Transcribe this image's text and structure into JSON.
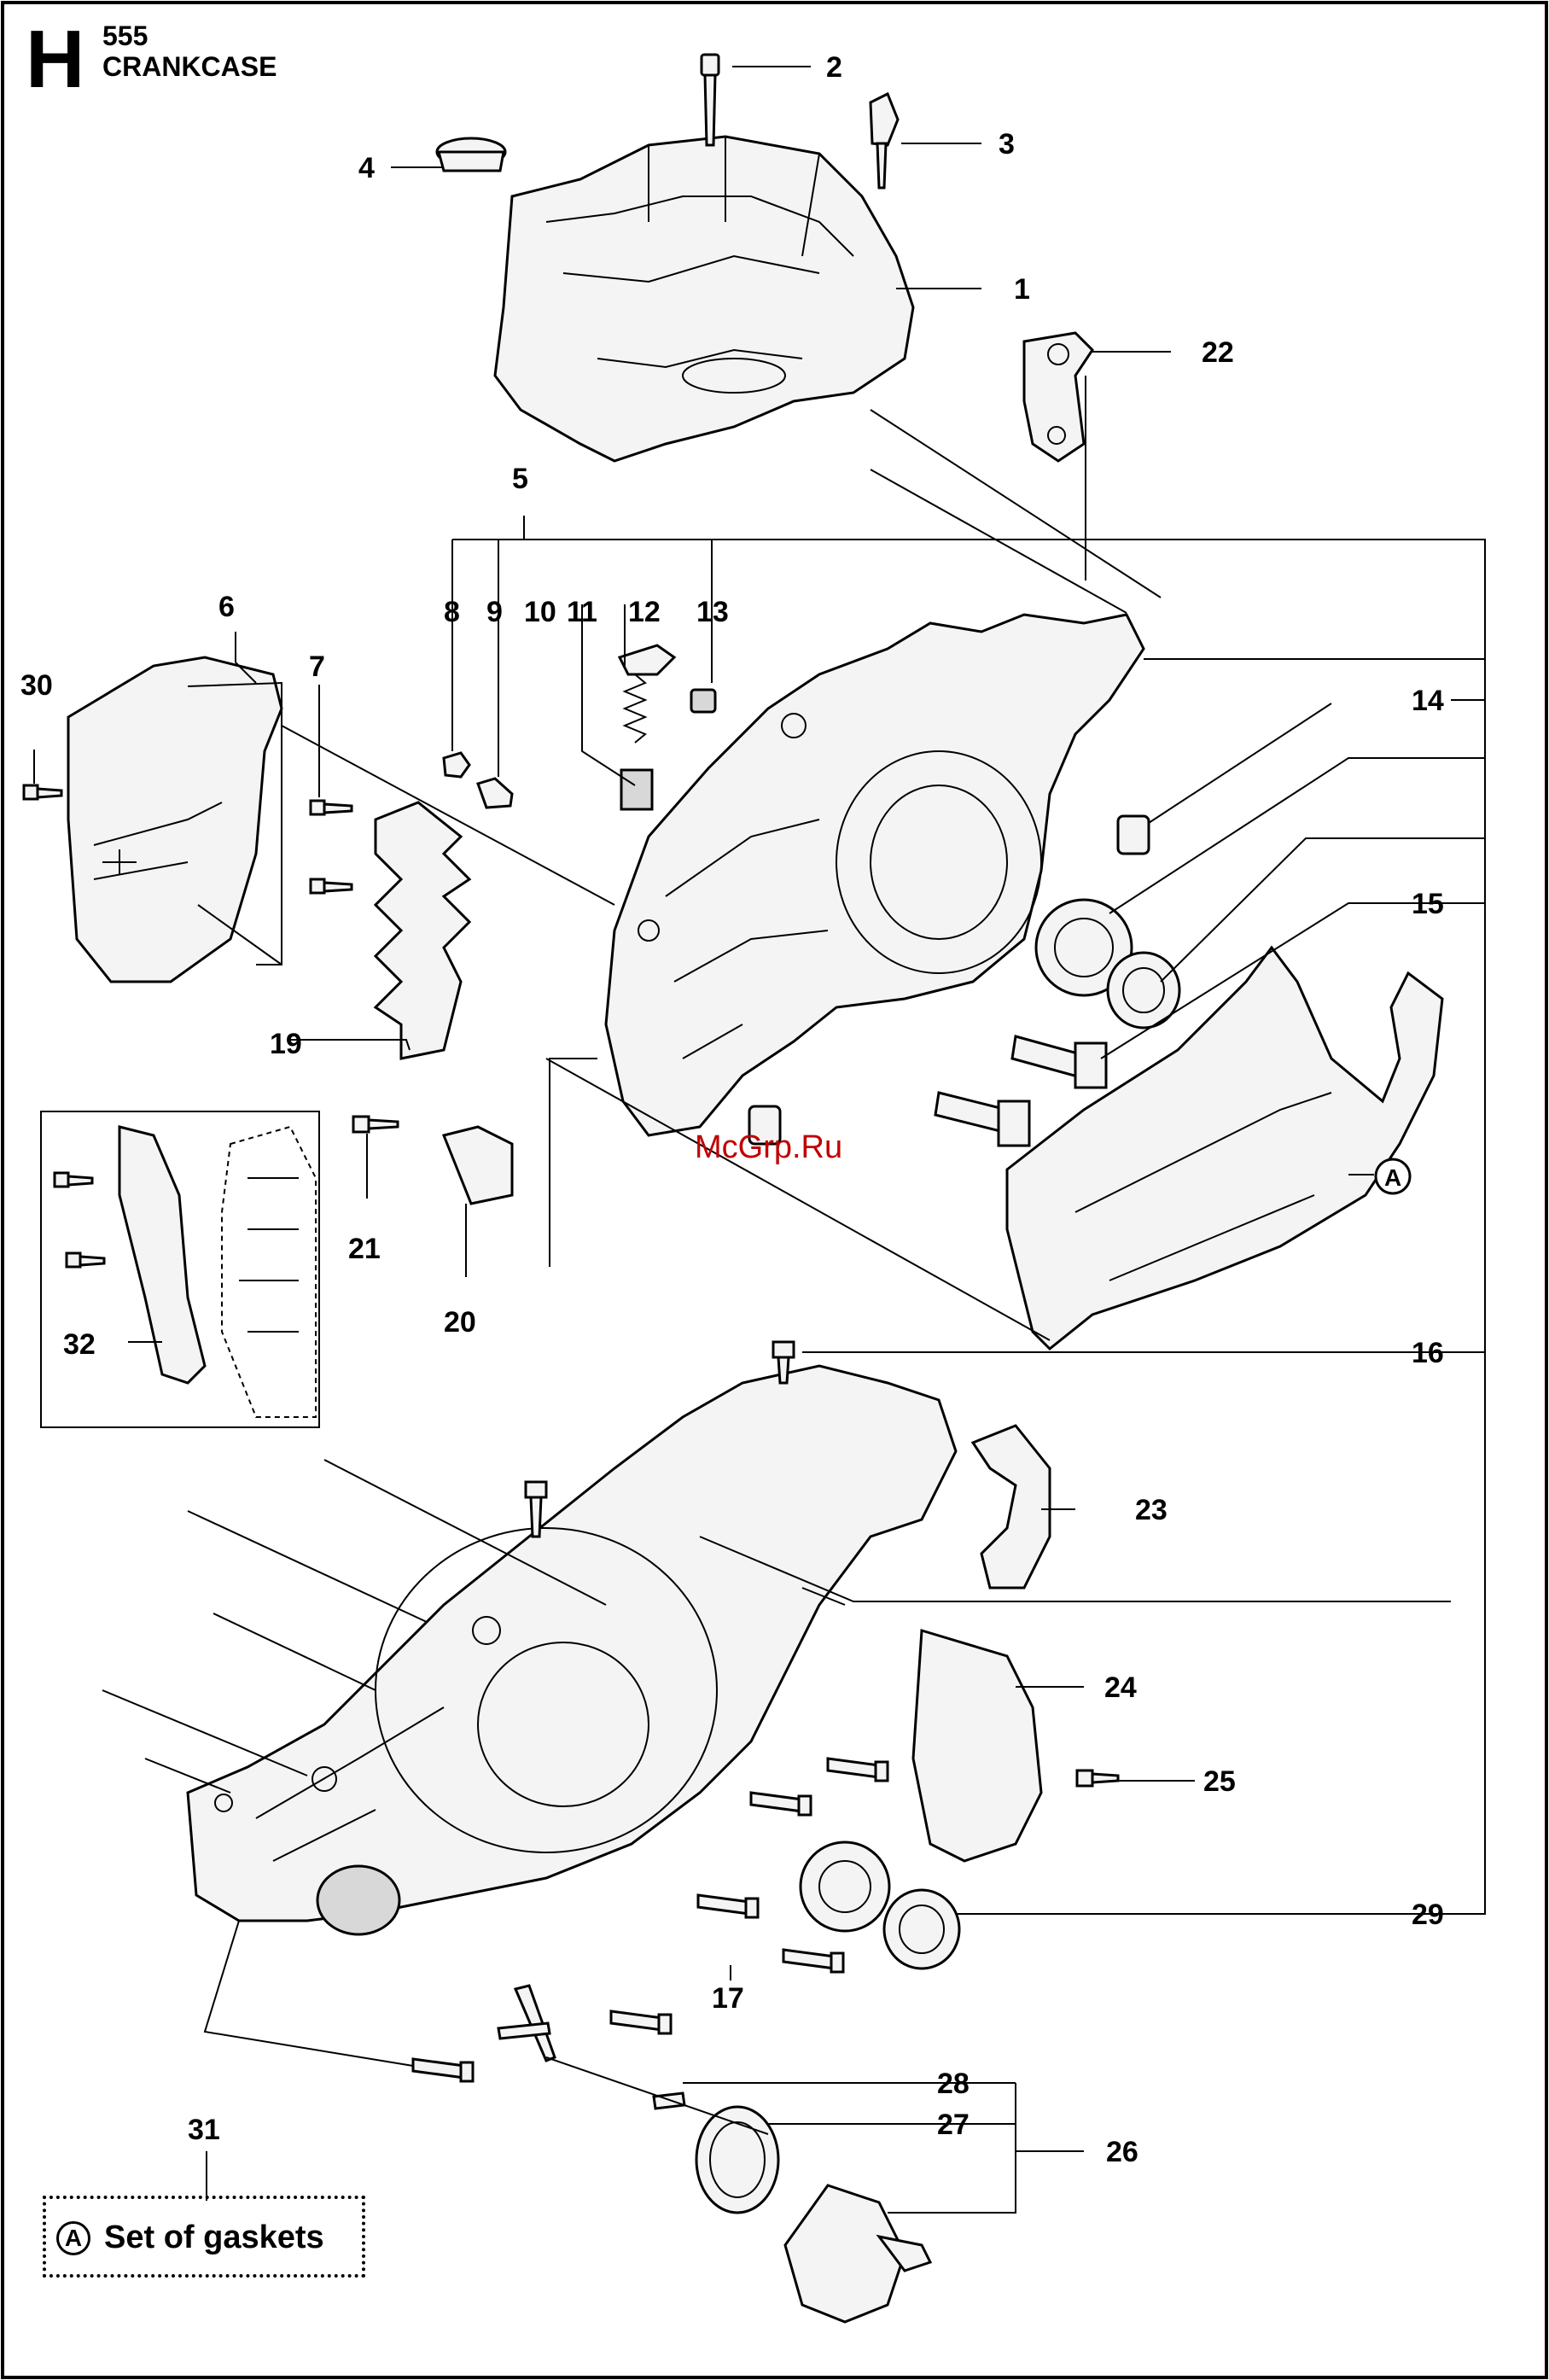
{
  "header": {
    "section_letter": "H",
    "model": "555",
    "title": "CRANKCASE"
  },
  "watermark": "McGrp.Ru",
  "callouts": [
    "1",
    "2",
    "3",
    "4",
    "5",
    "6",
    "7",
    "8",
    "9",
    "10",
    "11",
    "12",
    "13",
    "14",
    "15",
    "16",
    "17",
    "19",
    "20",
    "21",
    "22",
    "23",
    "24",
    "25",
    "26",
    "27",
    "28",
    "29",
    "30",
    "31",
    "32"
  ],
  "gasket_marker": "A",
  "legend": {
    "marker": "A",
    "text": "Set of gaskets"
  }
}
